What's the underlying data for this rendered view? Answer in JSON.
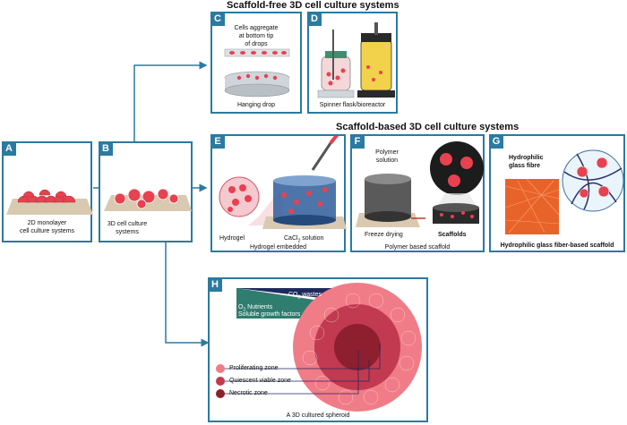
{
  "headings": {
    "scaffold_free": "Scaffold-free 3D cell culture systems",
    "scaffold_based": "Scaffold-based 3D cell culture systems"
  },
  "panels": {
    "A": {
      "letter": "A",
      "caption_line1": "2D monolayer",
      "caption_line2": "cell culture systems"
    },
    "B": {
      "letter": "B",
      "caption_line1": "3D cell culture",
      "caption_line2": "systems"
    },
    "C": {
      "letter": "C",
      "label_line1": "Cells aggregate",
      "label_line2": "at bottom tip",
      "label_line3": "of drops",
      "caption": "Hanging drop"
    },
    "D": {
      "letter": "D",
      "caption": "Spinner flask/bioreactor"
    },
    "E": {
      "letter": "E",
      "label_hydrogel": "Hydrogel",
      "label_cacl": "CaCl",
      "label_cacl_sub": "2",
      "label_solution": " solution",
      "caption": "Hydrogel embedded"
    },
    "F": {
      "letter": "F",
      "label_polymer_line1": "Polymer",
      "label_polymer_line2": "solution",
      "label_freeze": "Freeze drying",
      "label_scaffolds": "Scaffolds",
      "caption": "Polymer based scaffold"
    },
    "G": {
      "letter": "G",
      "label_line1": "Hydrophilic",
      "label_line2": "glass fibre",
      "caption": "Hydrophilic glass fiber-based scaffold"
    },
    "H": {
      "letter": "H",
      "label_co2": "CO",
      "label_co2_sub": "2",
      "label_wastes": " wastes",
      "label_o2": "O",
      "label_o2_sub": "2",
      "label_nutrients": " Nutrients",
      "label_growth": "Soluble growth factors",
      "legend_proliferating": "Proliferating zone",
      "legend_quiescent": "Quiescent viable zone",
      "legend_necrotic": "Necrotic zone",
      "caption": "A 3D cultured spheroid"
    }
  },
  "colors": {
    "frame": "#2b7aa1",
    "cell": "#e8414f",
    "cell_light": "#f07c87",
    "necrotic": "#8e1f2e",
    "quiescent": "#c23a4f",
    "teal": "#2e7d6e",
    "navy": "#1f2a5c"
  }
}
